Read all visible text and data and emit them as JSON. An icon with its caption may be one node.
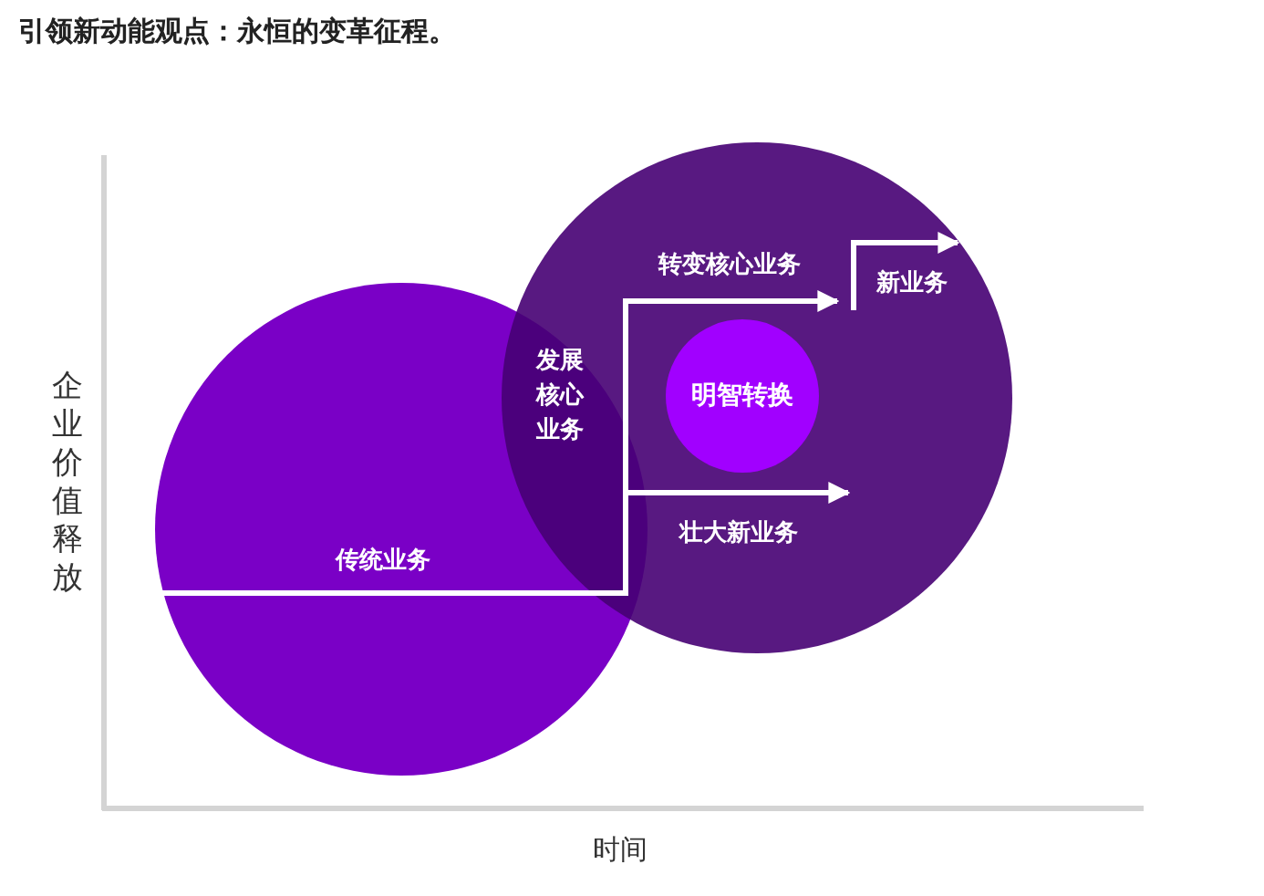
{
  "diagram": {
    "title": "引领新动能观点：永恒的变革征程。",
    "nodes": [
      {
        "text": [],
        "shape": "circle"
      },
      {
        "text": [],
        "shape": "circle"
      },
      {
        "text": [
          "明智转换"
        ],
        "in": 1
      }
    ],
    "edges": [],
    "labels": [
      "转变核心业务",
      "新业务",
      "发展核心业务",
      "传统业务",
      "壮大新业务",
      "企业价值释放",
      "时间"
    ]
  }
}
